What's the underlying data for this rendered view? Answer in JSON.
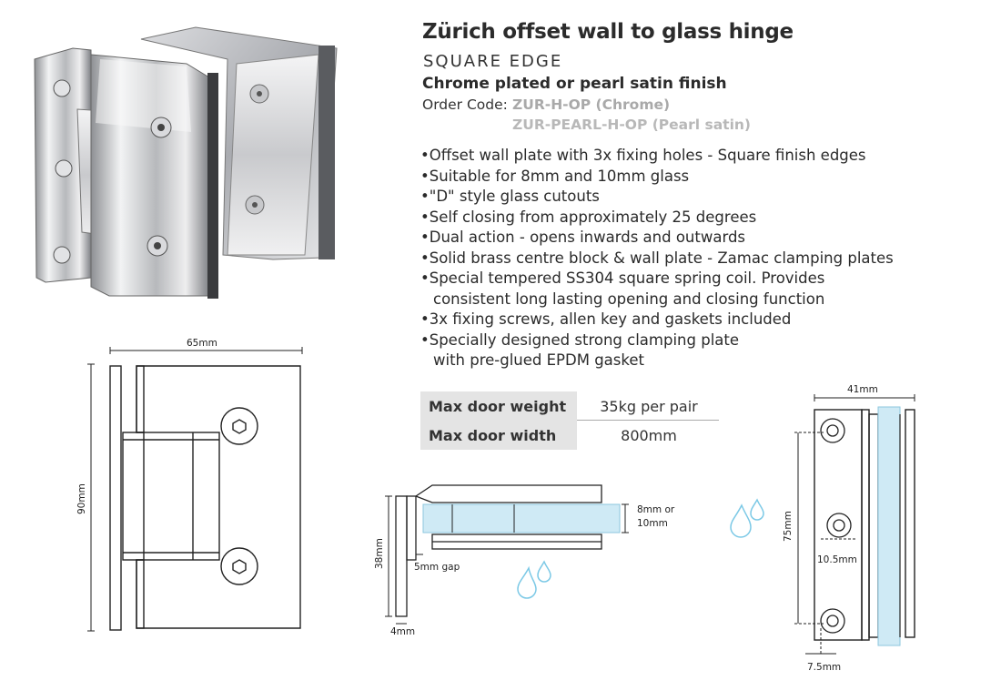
{
  "product": {
    "title": "Zürich offset wall to glass hinge",
    "subtitle": "SQUARE EDGE",
    "finish": "Chrome plated or pearl satin finish",
    "order_label": "Order Code:",
    "order_codes": [
      "ZUR-H-OP (Chrome)",
      "ZUR-PEARL-H-OP (Pearl satin)"
    ]
  },
  "features": [
    "Offset wall plate with 3x fixing holes - Square finish edges",
    "Suitable for 8mm and 10mm glass",
    "\"D\" style glass cutouts",
    "Self closing from approximately 25 degrees",
    "Dual action - opens inwards and outwards",
    "Solid brass centre block & wall plate - Zamac clamping plates",
    "Special tempered SS304 square spring coil. Provides",
    "consistent long lasting opening and closing function",
    "3x fixing screws, allen key and gaskets included",
    "Specially designed strong clamping plate",
    "with pre-glued EPDM gasket"
  ],
  "specs": [
    {
      "label": "Max door weight",
      "value": "35kg per pair"
    },
    {
      "label": "Max door width",
      "value": "800mm"
    }
  ],
  "dimensions": {
    "front_width": "65mm",
    "front_height": "90mm",
    "side_depth": "38mm",
    "side_glass": "8mm or",
    "side_glass_2": "10mm",
    "side_gap": "5mm gap",
    "side_plate": "4mm",
    "wall_width": "41mm",
    "wall_height": "75mm",
    "wall_hole": "10.5mm",
    "wall_offset": "7.5mm"
  },
  "colors": {
    "glass": "#cfeaf5",
    "droplet": "#7cc9e6",
    "spec_bg": "#e4e4e4",
    "order_code": "#a9a9a9"
  }
}
